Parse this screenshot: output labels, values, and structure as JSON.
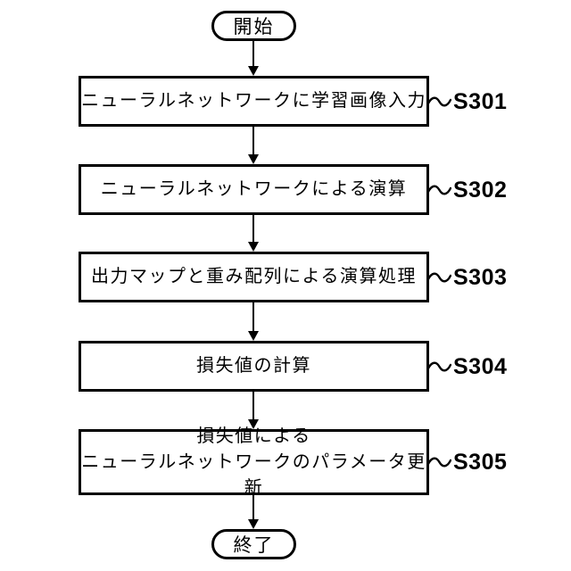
{
  "figure": {
    "type": "flowchart",
    "start_label": "開始",
    "end_label": "終了",
    "steps": [
      {
        "id": "S301",
        "text": "ニューラルネットワークに学習画像入力"
      },
      {
        "id": "S302",
        "text": "ニューラルネットワークによる演算"
      },
      {
        "id": "S303",
        "text": "出力マップと重み配列による演算処理"
      },
      {
        "id": "S304",
        "text": "損失値の計算"
      },
      {
        "id": "S305",
        "text": "損失値による\nニューラルネットワークのパラメータ更新"
      }
    ],
    "colors": {
      "line": "#000000",
      "text": "#000000",
      "background": "#ffffff"
    }
  }
}
